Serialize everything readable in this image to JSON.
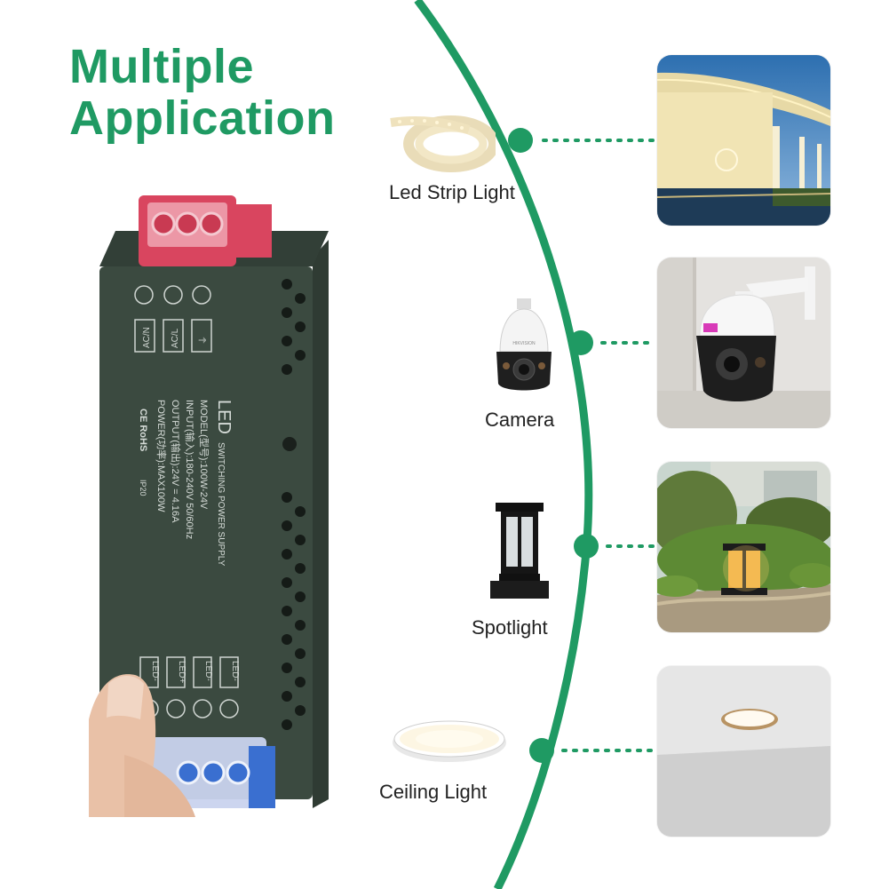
{
  "headline": {
    "line1": "Multiple",
    "line2": "Application"
  },
  "colors": {
    "brand": "#1f9a63",
    "arc": "#1f9a63",
    "device": "#3b4a40"
  },
  "device": {
    "terminals_top": [
      "AC/N",
      "AC/L",
      "⏚"
    ],
    "terminals_bottom": [
      "LED-",
      "LED+",
      "LED-",
      "LED-"
    ],
    "label": {
      "title": "LED",
      "subtitle": "SWITCHING POWER SUPPLY",
      "model": "MODEL(型号):100W-24V",
      "input": "INPUT(输入):180-240V 50/60Hz",
      "output": "OUTPUT(输出):24V = 4.16A",
      "power": "POWER(功率):MAX100W",
      "cert1": "CE RoHS",
      "cert2": "IP20"
    }
  },
  "applications": [
    {
      "name": "Led Strip Light",
      "icon": "led-strip-icon",
      "photo": "pavilion-photo"
    },
    {
      "name": "Camera",
      "icon": "dome-camera-icon",
      "photo": "camera-photo"
    },
    {
      "name": "Spotlight",
      "icon": "garden-lamp-icon",
      "photo": "garden-photo"
    },
    {
      "name": "Ceiling Light",
      "icon": "ceiling-light-icon",
      "photo": "ceiling-photo"
    }
  ]
}
